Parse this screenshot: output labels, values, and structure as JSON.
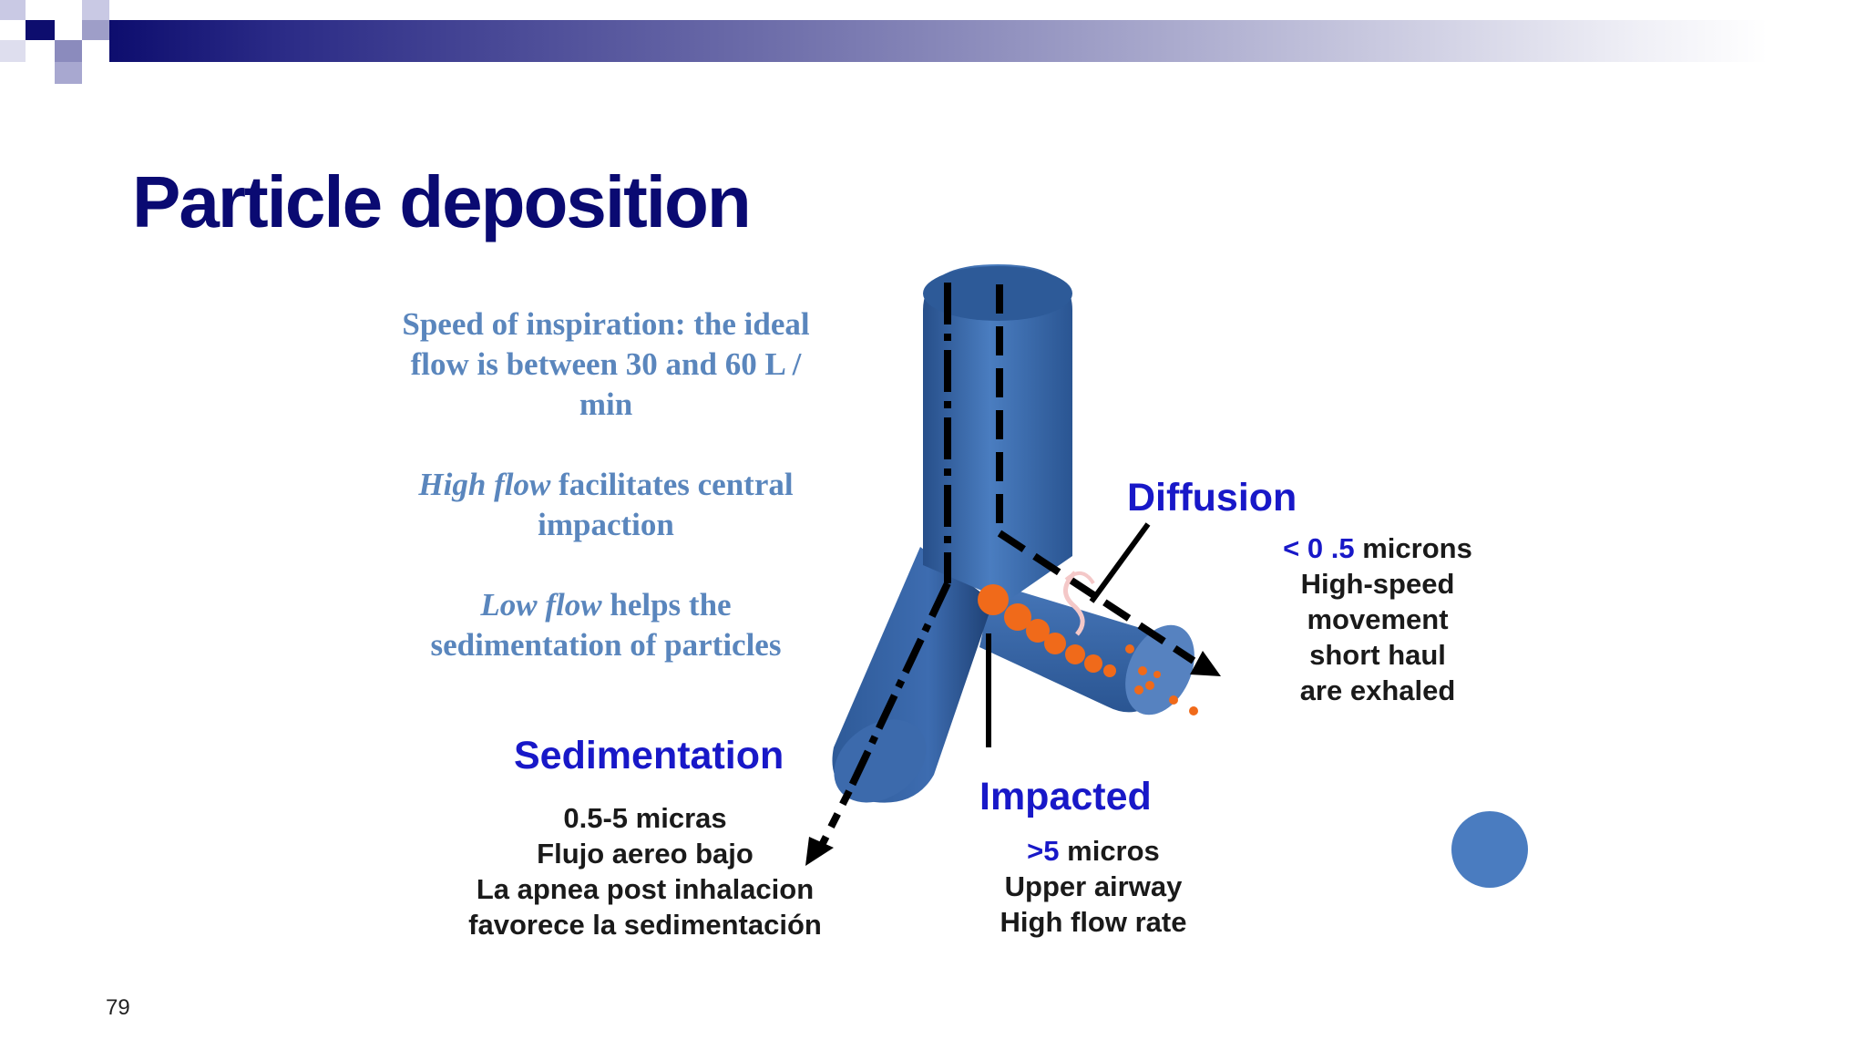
{
  "slide": {
    "title": "Particle deposition",
    "page_number": "79"
  },
  "info_text": {
    "speed_line1": "Speed of inspiration: the ideal",
    "speed_line2": "flow is between 30 and 60 L /",
    "speed_line3": "min",
    "high_flow_em": "High flow",
    "high_flow_rest": " facilitates central",
    "high_flow_line2": "impaction",
    "low_flow_em": "Low flow",
    "low_flow_rest": " helps the",
    "low_flow_line2": "sedimentation of particles"
  },
  "mechanisms": {
    "diffusion": {
      "label": "Diffusion",
      "size_prefix": "< 0 .5",
      "size_suffix": " microns",
      "line2": "High-speed",
      "line3": "movement",
      "line4": "short haul",
      "line5": "are exhaled"
    },
    "sedimentation": {
      "label": "Sedimentation",
      "line1": "0.5-5 micras",
      "line2": "Flujo aereo bajo",
      "line3": "La apnea post inhalacion",
      "line4": "favorece la sedimentación"
    },
    "impacted": {
      "label": "Impacted",
      "size_prefix": ">5",
      "size_suffix": " micros",
      "line2": "Upper airway",
      "line3": "High flow rate"
    }
  },
  "colors": {
    "title": "#0a0a72",
    "mechanism_label": "#1818c8",
    "info_text": "#5a86bd",
    "airway": "#3a68a8",
    "particles": "#f06a1a"
  }
}
